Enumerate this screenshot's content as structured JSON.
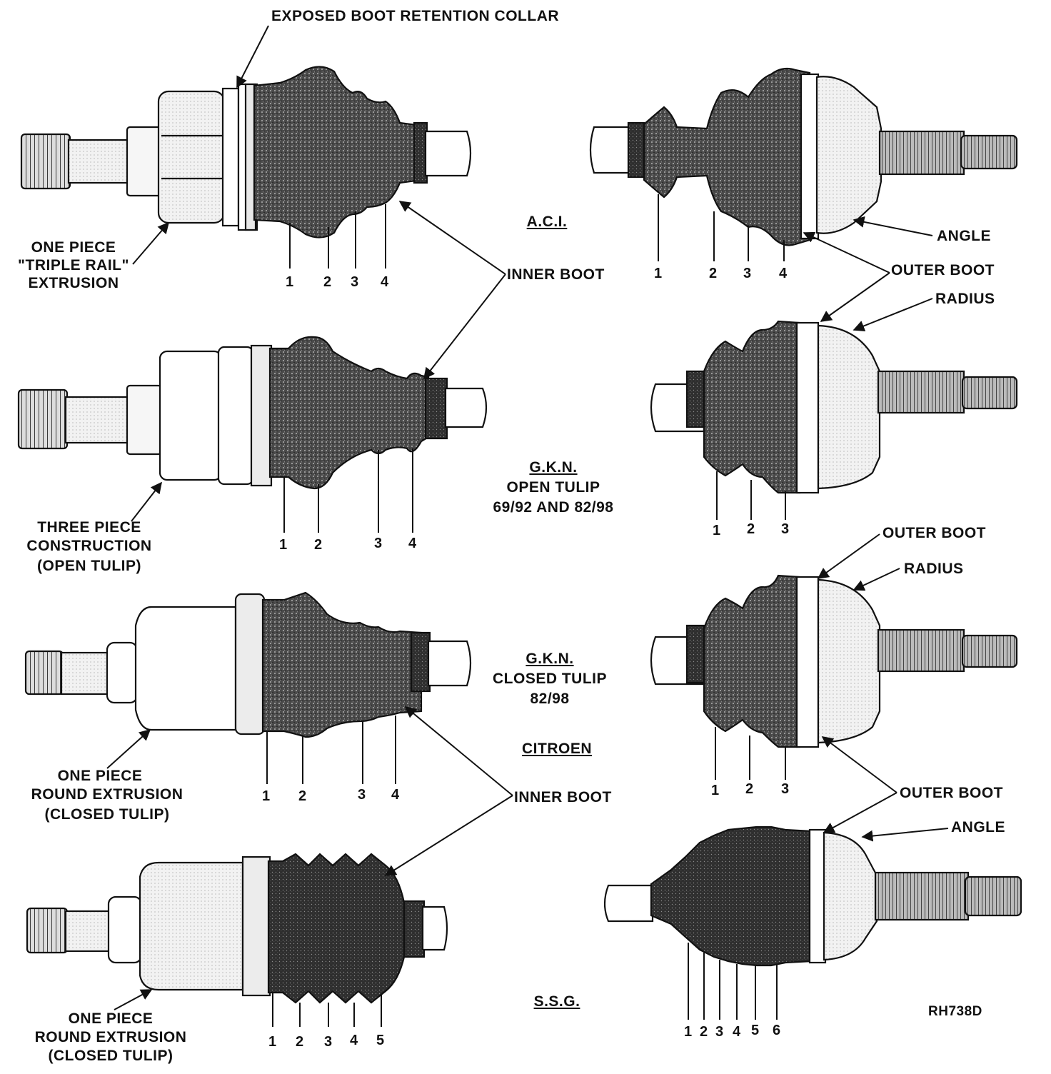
{
  "labels": {
    "exposed_collar": "EXPOSED BOOT RETENTION COLLAR",
    "aci_housing": [
      "ONE PIECE",
      "\"TRIPLE RAIL\"",
      "EXTRUSION"
    ],
    "gkn_open_housing": [
      "THREE PIECE",
      "CONSTRUCTION",
      "(OPEN TULIP)"
    ],
    "gkn_closed_housing": [
      "ONE PIECE",
      "ROUND EXTRUSION",
      "(CLOSED TULIP)"
    ],
    "ssg_housing": [
      "ONE PIECE",
      "ROUND EXTRUSION",
      "(CLOSED TULIP)"
    ],
    "inner_boot_top": "INNER BOOT",
    "inner_boot_bottom": "INNER BOOT",
    "angle_top": "ANGLE",
    "outer_boot_1": "OUTER BOOT",
    "radius_1": "RADIUS",
    "outer_boot_2": "OUTER BOOT",
    "radius_2": "RADIUS",
    "outer_boot_3": "OUTER BOOT",
    "angle_bottom": "ANGLE",
    "figure_code": "RH738D"
  },
  "sections": {
    "aci": "A.C.I.",
    "gkn_open": [
      "G.K.N.",
      "OPEN TULIP",
      "69/92 AND 82/98"
    ],
    "gkn_closed": [
      "G.K.N.",
      "CLOSED TULIP",
      "82/98"
    ],
    "citroen": "CITROEN",
    "ssg": "S.S.G."
  },
  "convolution_numbers": {
    "aci_inner": [
      "1",
      "2",
      "3",
      "4"
    ],
    "aci_outer": [
      "1",
      "2",
      "3",
      "4"
    ],
    "gkn_open_inner": [
      "1",
      "2",
      "3",
      "4"
    ],
    "gkn_open_outer": [
      "1",
      "2",
      "3"
    ],
    "gkn_closed_inner": [
      "1",
      "2",
      "3",
      "4"
    ],
    "gkn_closed_outer": [
      "1",
      "2",
      "3"
    ],
    "ssg_inner": [
      "1",
      "2",
      "3",
      "4",
      "5"
    ],
    "ssg_outer": [
      "1",
      "2",
      "3",
      "4",
      "5",
      "6"
    ]
  }
}
